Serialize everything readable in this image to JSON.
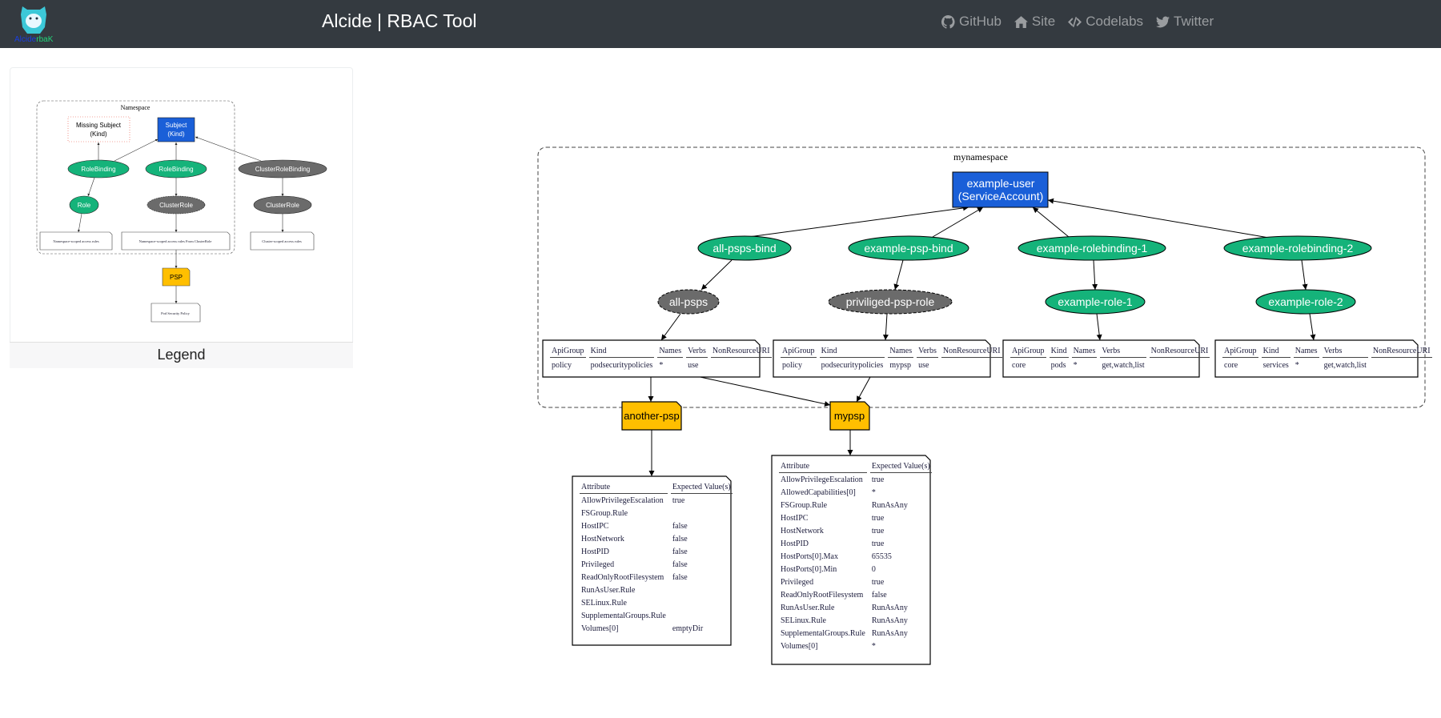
{
  "header": {
    "title": "Alcide | RBAC Tool",
    "logo_text": "AlcideRbaK",
    "nav": [
      {
        "label": "GitHub",
        "icon": "github-icon"
      },
      {
        "label": "Site",
        "icon": "home-icon"
      },
      {
        "label": "Codelabs",
        "icon": "code-icon"
      },
      {
        "label": "Twitter",
        "icon": "twitter-icon"
      }
    ]
  },
  "legend": {
    "footer": "Legend",
    "namespace": "Namespace",
    "missing_subject": [
      "Missing Subject",
      "(Kind)"
    ],
    "subject": [
      "Subject",
      "(Kind)"
    ],
    "rolebinding": "RoleBinding",
    "clusterrolebinding": "ClusterRoleBinding",
    "role": "Role",
    "clusterrole": "ClusterRole",
    "ns_rules": "Namespace-scoped access rules",
    "ns_rules_cr": "Namespace-scoped access rules From ClusterRole",
    "cluster_rules": "Cluster-scoped access rules",
    "psp": "PSP",
    "psp_note": "Pod Security Policy"
  },
  "graph": {
    "namespace": "mynamespace",
    "subject": [
      "example-user",
      "(ServiceAccount)"
    ],
    "bindings": [
      "all-psps-bind",
      "example-psp-bind",
      "example-rolebinding-1",
      "example-rolebinding-2"
    ],
    "roles": [
      "all-psps",
      "priviliged-psp-role",
      "example-role-1",
      "example-role-2"
    ],
    "psps": [
      "another-psp",
      "mypsp"
    ],
    "rule_columns": [
      "ApiGroup",
      "Kind",
      "Names",
      "Verbs",
      "NonResourceURI"
    ],
    "rule_tables": [
      [
        [
          "policy",
          "podsecuritypolicies",
          "*",
          "use",
          ""
        ]
      ],
      [
        [
          "policy",
          "podsecuritypolicies",
          "mypsp",
          "use",
          ""
        ]
      ],
      [
        [
          "core",
          "pods",
          "*",
          "get,watch,list",
          ""
        ]
      ],
      [
        [
          "core",
          "services",
          "*",
          "get,watch,list",
          ""
        ]
      ]
    ],
    "psp_columns": [
      "Attribute",
      "Expected Value(s)"
    ],
    "psp_tables": [
      [
        [
          "AllowPrivilegeEscalation",
          "true"
        ],
        [
          "FSGroup.Rule",
          ""
        ],
        [
          "HostIPC",
          "false"
        ],
        [
          "HostNetwork",
          "false"
        ],
        [
          "HostPID",
          "false"
        ],
        [
          "Privileged",
          "false"
        ],
        [
          "ReadOnlyRootFilesystem",
          "false"
        ],
        [
          "RunAsUser.Rule",
          ""
        ],
        [
          "SELinux.Rule",
          ""
        ],
        [
          "SupplementalGroups.Rule",
          ""
        ],
        [
          "Volumes[0]",
          "emptyDir"
        ]
      ],
      [
        [
          "AllowPrivilegeEscalation",
          "true"
        ],
        [
          "AllowedCapabilities[0]",
          "*"
        ],
        [
          "FSGroup.Rule",
          "RunAsAny"
        ],
        [
          "HostIPC",
          "true"
        ],
        [
          "HostNetwork",
          "true"
        ],
        [
          "HostPID",
          "true"
        ],
        [
          "HostPorts[0].Max",
          "65535"
        ],
        [
          "HostPorts[0].Min",
          "0"
        ],
        [
          "Privileged",
          "true"
        ],
        [
          "ReadOnlyRootFilesystem",
          "false"
        ],
        [
          "RunAsUser.Rule",
          "RunAsAny"
        ],
        [
          "SELinux.Rule",
          "RunAsAny"
        ],
        [
          "SupplementalGroups.Rule",
          "RunAsAny"
        ],
        [
          "Volumes[0]",
          "*"
        ]
      ]
    ]
  },
  "colors": {
    "navbar": "#343a40",
    "subject": "#1a5fd8",
    "binding": "#15b37a",
    "clusterrole": "#6b6b6b",
    "psp": "#ffbf00"
  }
}
